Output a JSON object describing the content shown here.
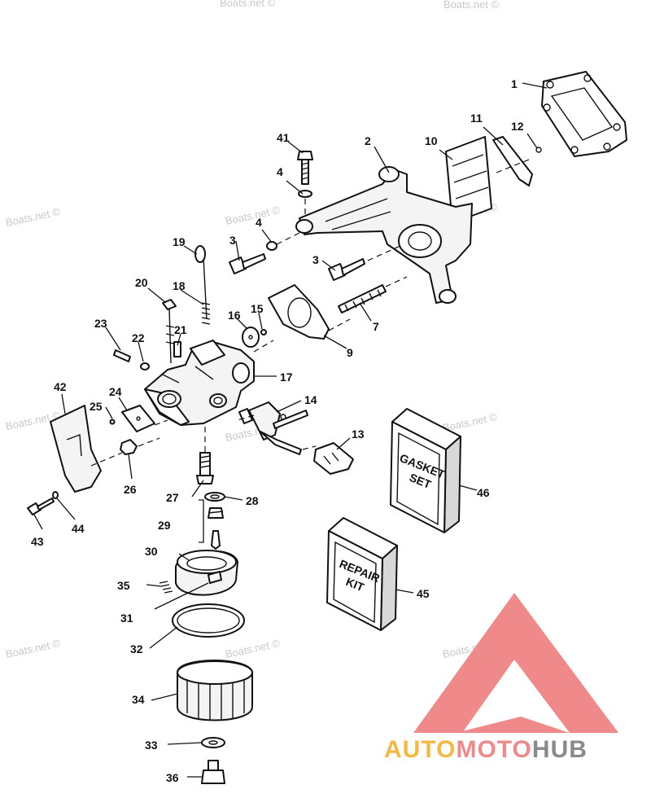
{
  "watermark": "Boats.net ©",
  "kits": {
    "gasket_set_line1": "GASKET",
    "gasket_set_line2": "SET",
    "repair_kit_line1": "REPAIR",
    "repair_kit_line2": "KIT"
  },
  "brand": {
    "part1": "AUTO",
    "part2": "MOTO",
    "part3": "HUB",
    "colors": {
      "logo": "#f08a8a",
      "auto": "#f5b942",
      "moto": "#f08a8a",
      "hub": "#8a8a8a"
    }
  },
  "callouts": [
    "1",
    "2",
    "3",
    "3",
    "4",
    "4",
    "7",
    "9",
    "10",
    "11",
    "12",
    "13",
    "14",
    "15",
    "16",
    "17",
    "18",
    "19",
    "20",
    "21",
    "22",
    "23",
    "24",
    "25",
    "26",
    "27",
    "28",
    "29",
    "30",
    "31",
    "32",
    "33",
    "34",
    "35",
    "36",
    "41",
    "42",
    "43",
    "44",
    "45",
    "46"
  ]
}
